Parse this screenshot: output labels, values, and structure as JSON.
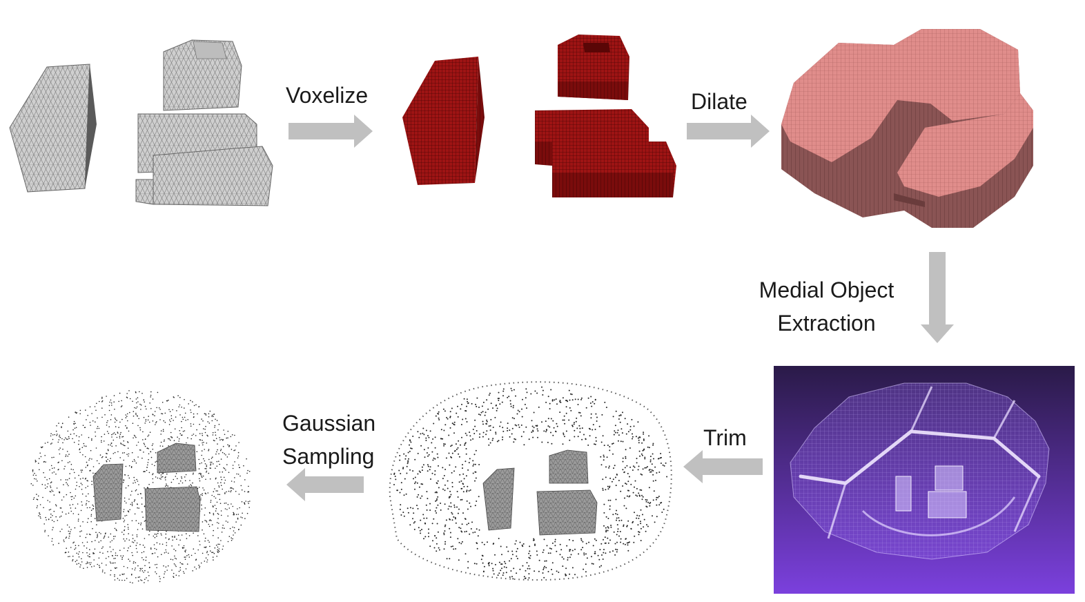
{
  "steps": {
    "voxelize": "Voxelize",
    "dilate": "Dilate",
    "medial_line1": "Medial Object",
    "medial_line2": "Extraction",
    "trim": "Trim",
    "gaussian_line1": "Gaussian",
    "gaussian_line2": "Sampling"
  },
  "colors": {
    "arrow": "#c0c0c0",
    "mesh": "#c9c9c9",
    "voxel": "#9a1111",
    "dilated": "#e08a88",
    "medial_bg_top": "#2a1a4a",
    "medial_bg_bottom": "#7a3fdc",
    "points": "#222222"
  }
}
